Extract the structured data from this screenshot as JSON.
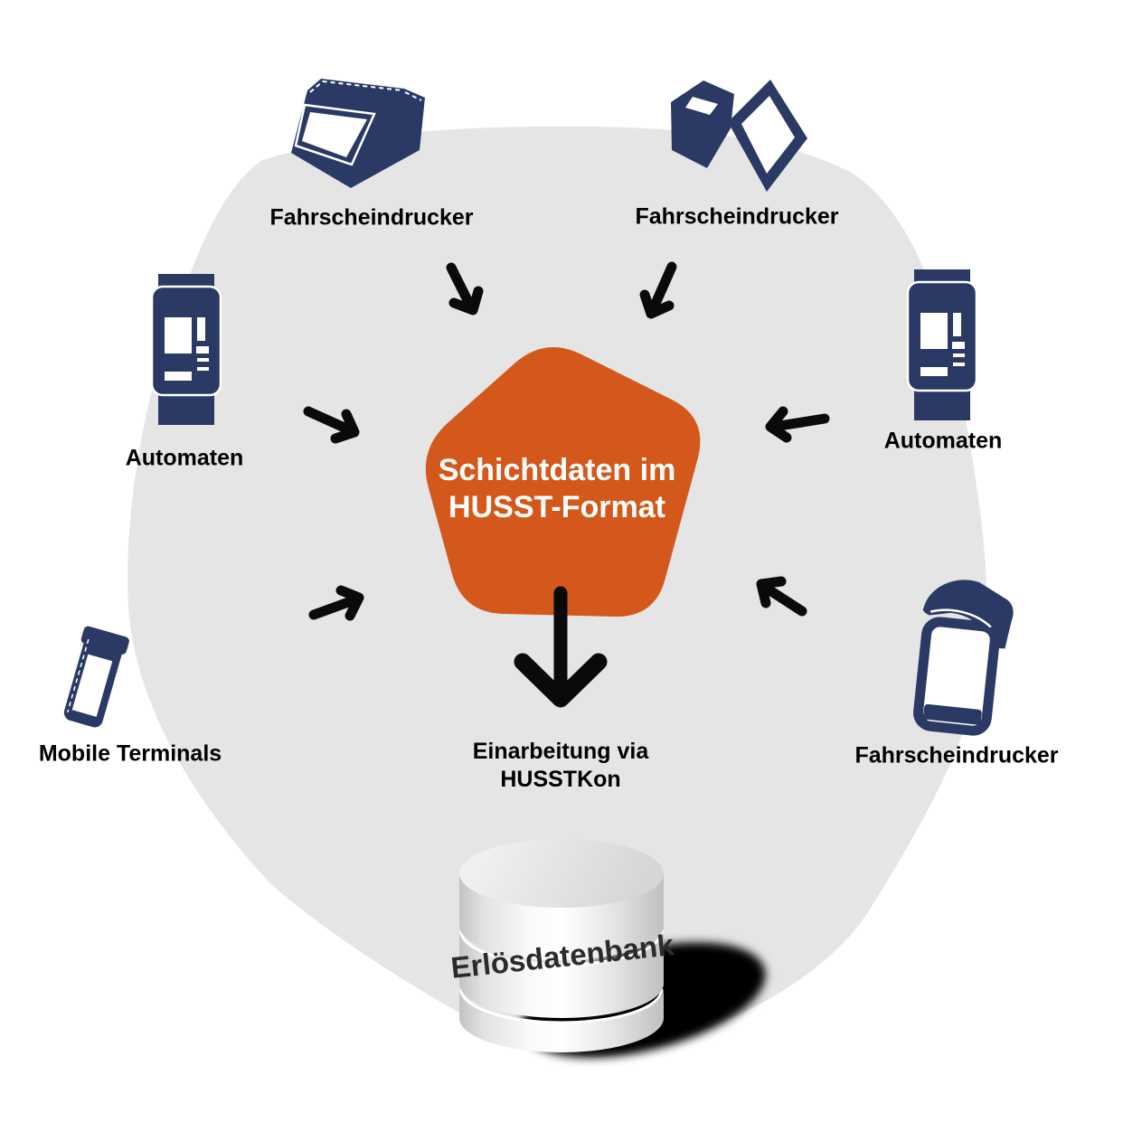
{
  "diagram": {
    "center": {
      "label_line1": "Schichtdaten im",
      "label_line2": "HUSST-Format"
    },
    "flow": {
      "line1": "Einarbeitung via",
      "line2": "HUSSTKon"
    },
    "database": {
      "label": "Erlösdatenbank"
    },
    "sources": [
      {
        "id": "printer-top-left",
        "label": "Fahrscheindrucker"
      },
      {
        "id": "printer-top-right",
        "label": "Fahrscheindrucker"
      },
      {
        "id": "automat-left",
        "label": "Automaten"
      },
      {
        "id": "automat-right",
        "label": "Automaten"
      },
      {
        "id": "mobile-terminals",
        "label": "Mobile Terminals"
      },
      {
        "id": "printer-bottom-right",
        "label": "Fahrscheindrucker"
      }
    ],
    "colors": {
      "accent_orange": "#d4571b",
      "device_navy": "#2a3a64",
      "blob_gray": "#e5e5e5",
      "arrow_black": "#0a0a0a"
    }
  }
}
